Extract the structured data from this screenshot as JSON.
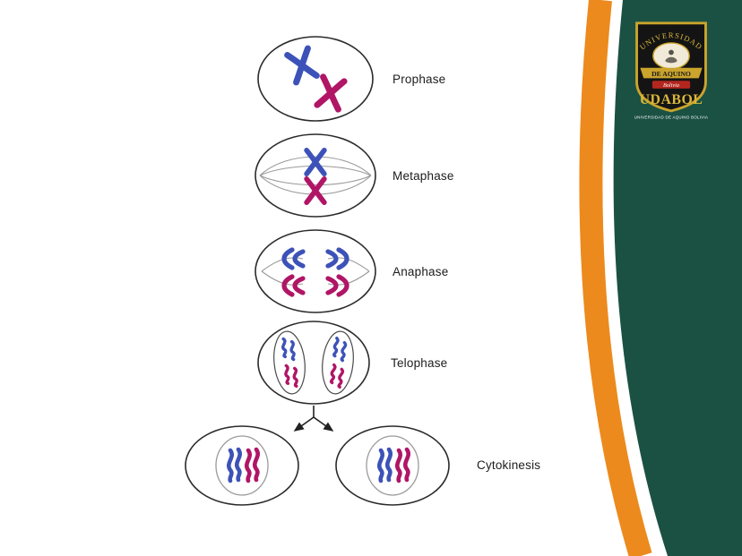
{
  "diagram": {
    "stages": [
      {
        "label": "Prophase"
      },
      {
        "label": "Metaphase"
      },
      {
        "label": "Anaphase"
      },
      {
        "label": "Telophase"
      },
      {
        "label": "Cytokinesis"
      }
    ],
    "colors": {
      "chromosome_blue": "#3d52b8",
      "chromosome_magenta": "#b01566",
      "cell_outline": "#2b2b2b",
      "spindle_gray": "#9a9a9a"
    }
  },
  "sidebar": {
    "green": "#1b5143",
    "orange": "#ec8a1d"
  },
  "logo": {
    "arc_text": "UNIVERSIDAD",
    "banner_text": "DE AQUINO",
    "country_text": "Bolivia",
    "name_text": "UDABOL",
    "caption_text": "UNIVERSIDAD DE AQUINO BOLIVIA",
    "gold": "#d9b63b",
    "red": "#b3261e",
    "shield_black": "#141414"
  }
}
